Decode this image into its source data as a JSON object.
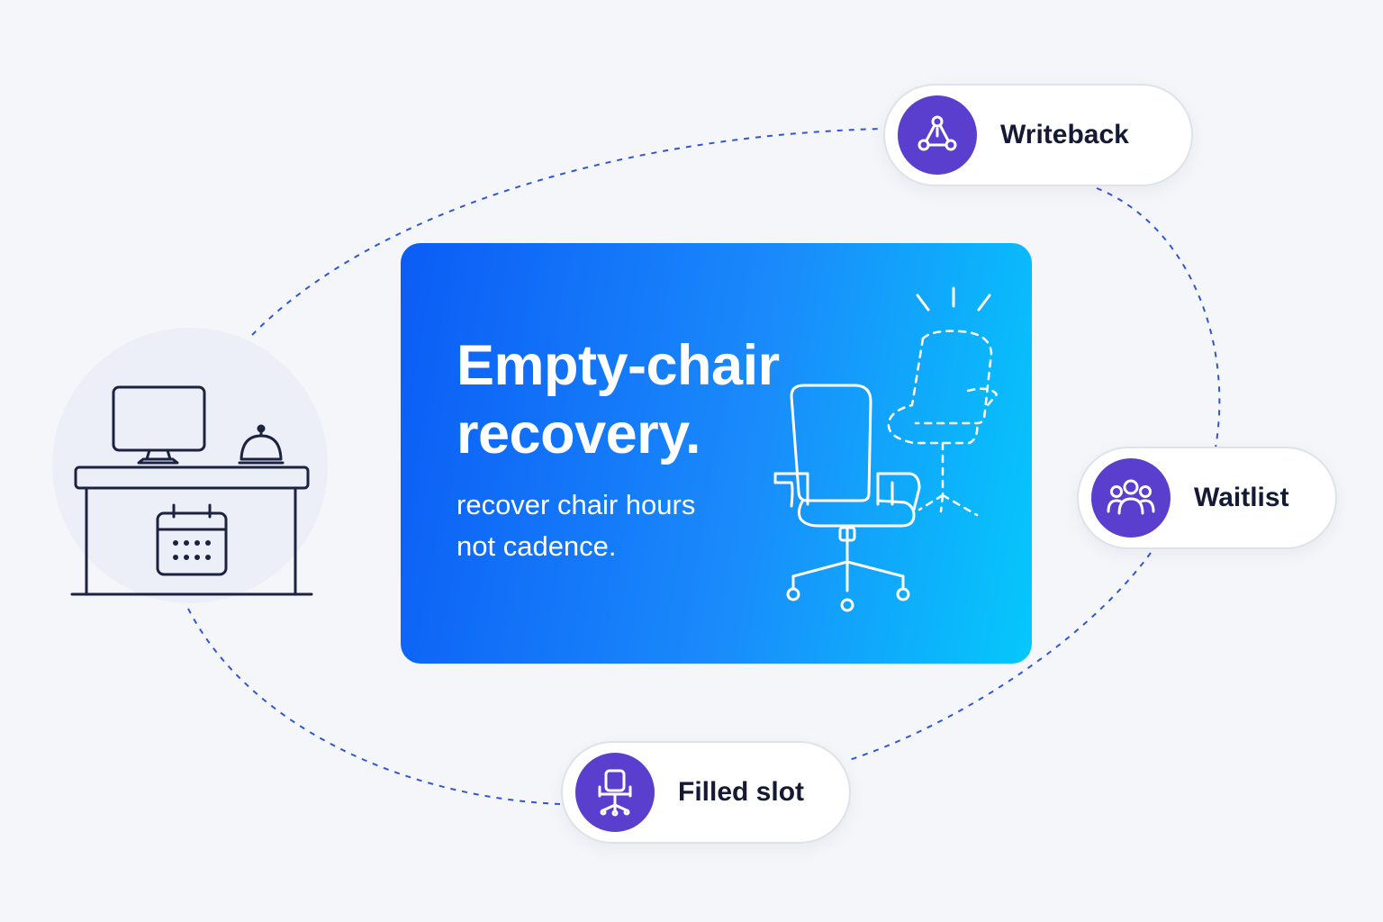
{
  "hero": {
    "title_line1": "Empty-chair",
    "title_line2": "recovery.",
    "subtitle_line1": "recover chair hours",
    "subtitle_line2": "not cadence."
  },
  "nodes": [
    {
      "label": "Writeback",
      "icon": "webhook-icon"
    },
    {
      "label": "Waitlist",
      "icon": "people-group-icon"
    },
    {
      "label": "Filled slot",
      "icon": "chair-icon"
    }
  ],
  "left_node": {
    "icon": "front-desk-icon"
  },
  "colors": {
    "background": "#f5f6fa",
    "hero_gradient_start": "#0b5cf5",
    "hero_gradient_end": "#05c8fb",
    "badge": "#5a3fcf",
    "connector": "#2f56d8",
    "text_dark": "#141a33"
  }
}
